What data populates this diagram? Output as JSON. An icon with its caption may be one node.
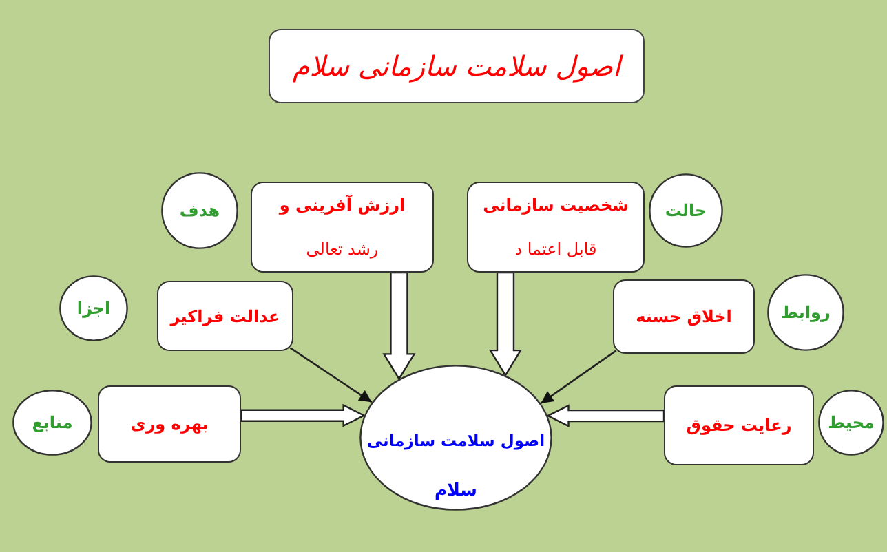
{
  "diagram": {
    "title": "اصول سلامت سازمانی سلام",
    "nodes": [
      {
        "text": [
          "حالت"
        ]
      },
      {
        "text": [
          "شخصیت سازمانی",
          "قابل اعتما د"
        ]
      },
      {
        "text": [
          "ارزش آفرینی و",
          "رشد تعالی"
        ]
      },
      {
        "text": [
          "هدف"
        ]
      },
      {
        "text": [
          "روابط"
        ]
      },
      {
        "text": [
          "اخلاق حسنه"
        ]
      },
      {
        "text": [
          "عدالت فراکیر"
        ]
      },
      {
        "text": [
          "اجزا"
        ]
      },
      {
        "text": [
          "محیط"
        ]
      },
      {
        "text": [
          "رعایت حقوق"
        ]
      },
      {
        "text": [
          "اصول سلامت سازمانی",
          "سلام"
        ]
      },
      {
        "text": [
          "بهره وری"
        ]
      },
      {
        "text": [
          "منابع"
        ]
      }
    ],
    "edges": [
      {
        "from": 2,
        "to": 10,
        "arrow": "to",
        "style": "thick"
      },
      {
        "from": 1,
        "to": 10,
        "arrow": "to",
        "style": "thick"
      },
      {
        "from": 6,
        "to": 10,
        "arrow": "to"
      },
      {
        "from": 5,
        "to": 10,
        "arrow": "to"
      },
      {
        "from": 11,
        "to": 10,
        "arrow": "to",
        "style": "thick"
      },
      {
        "from": 9,
        "to": 10,
        "arrow": "to",
        "style": "thick"
      }
    ]
  }
}
